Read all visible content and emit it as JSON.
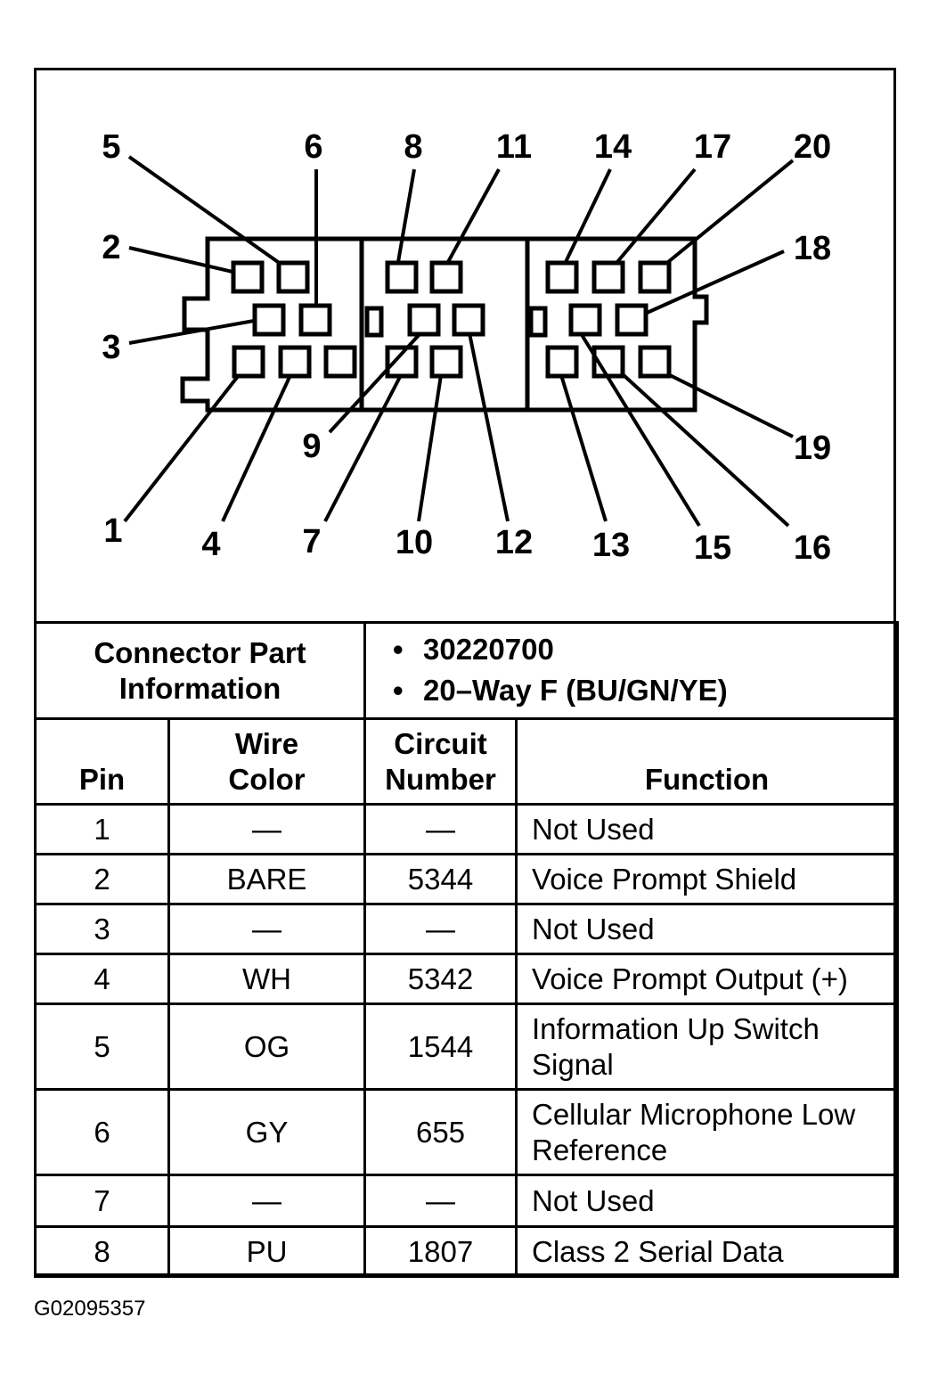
{
  "diagram": {
    "pin_labels": [
      "1",
      "2",
      "3",
      "4",
      "5",
      "6",
      "7",
      "8",
      "9",
      "10",
      "11",
      "12",
      "13",
      "14",
      "15",
      "16",
      "17",
      "18",
      "19",
      "20"
    ]
  },
  "connector_info": {
    "label_line1": "Connector Part",
    "label_line2": "Information",
    "part_number": "30220700",
    "description": "20–Way F (BU/GN/YE)"
  },
  "table": {
    "headers": {
      "pin": "Pin",
      "wire_color_1": "Wire",
      "wire_color_2": "Color",
      "circuit_1": "Circuit",
      "circuit_2": "Number",
      "function": "Function"
    },
    "rows": [
      {
        "pin": "1",
        "wire": "—",
        "circuit": "—",
        "function": "Not Used"
      },
      {
        "pin": "2",
        "wire": "BARE",
        "circuit": "5344",
        "function": "Voice Prompt Shield"
      },
      {
        "pin": "3",
        "wire": "—",
        "circuit": "—",
        "function": "Not Used"
      },
      {
        "pin": "4",
        "wire": "WH",
        "circuit": "5342",
        "function": "Voice Prompt Output (+)"
      },
      {
        "pin": "5",
        "wire": "OG",
        "circuit": "1544",
        "function": "Information Up Switch Signal"
      },
      {
        "pin": "6",
        "wire": "GY",
        "circuit": "655",
        "function": "Cellular Microphone Low Reference"
      },
      {
        "pin": "7",
        "wire": "—",
        "circuit": "—",
        "function": "Not Used"
      },
      {
        "pin": "8",
        "wire": "PU",
        "circuit": "1807",
        "function": "Class 2 Serial Data"
      }
    ]
  },
  "figure_code": "G02095357"
}
